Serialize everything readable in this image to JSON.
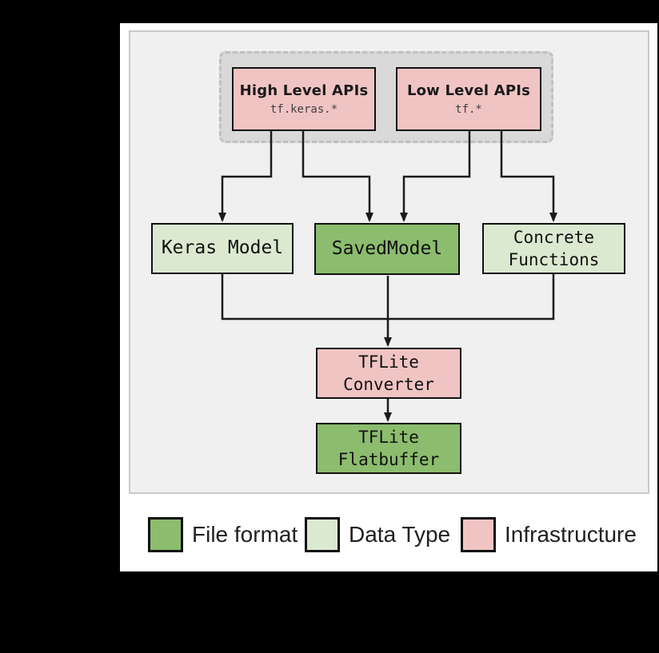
{
  "diagram": {
    "api_group": {
      "high_level": {
        "title": "High Level APIs",
        "subtitle": "tf.keras.*"
      },
      "low_level": {
        "title": "Low Level APIs",
        "subtitle": "tf.*"
      }
    },
    "nodes": {
      "keras_model": {
        "label": "Keras Model",
        "type": "data_type"
      },
      "saved_model": {
        "label": "SavedModel",
        "type": "file_format"
      },
      "concrete_functions": {
        "label": "Concrete\nFunctions",
        "type": "data_type"
      },
      "tflite_converter": {
        "label": "TFLite\nConverter",
        "type": "infrastructure"
      },
      "tflite_flatbuffer": {
        "label": "TFLite\nFlatbuffer",
        "type": "file_format"
      }
    }
  },
  "legend": {
    "items": [
      {
        "label": "File format",
        "color": "#8cbc6e"
      },
      {
        "label": "Data Type",
        "color": "#dbe9d1"
      },
      {
        "label": "Infrastructure",
        "color": "#f1c4c4"
      }
    ]
  },
  "colors": {
    "file_format_green": "#8cbc6e",
    "data_type_green": "#dbe9d1",
    "infrastructure_pink": "#f1c4c4",
    "panel_background": "#f0f0f0",
    "api_group_background": "#d9d9d9",
    "connector_line": "#1a1a1a"
  }
}
